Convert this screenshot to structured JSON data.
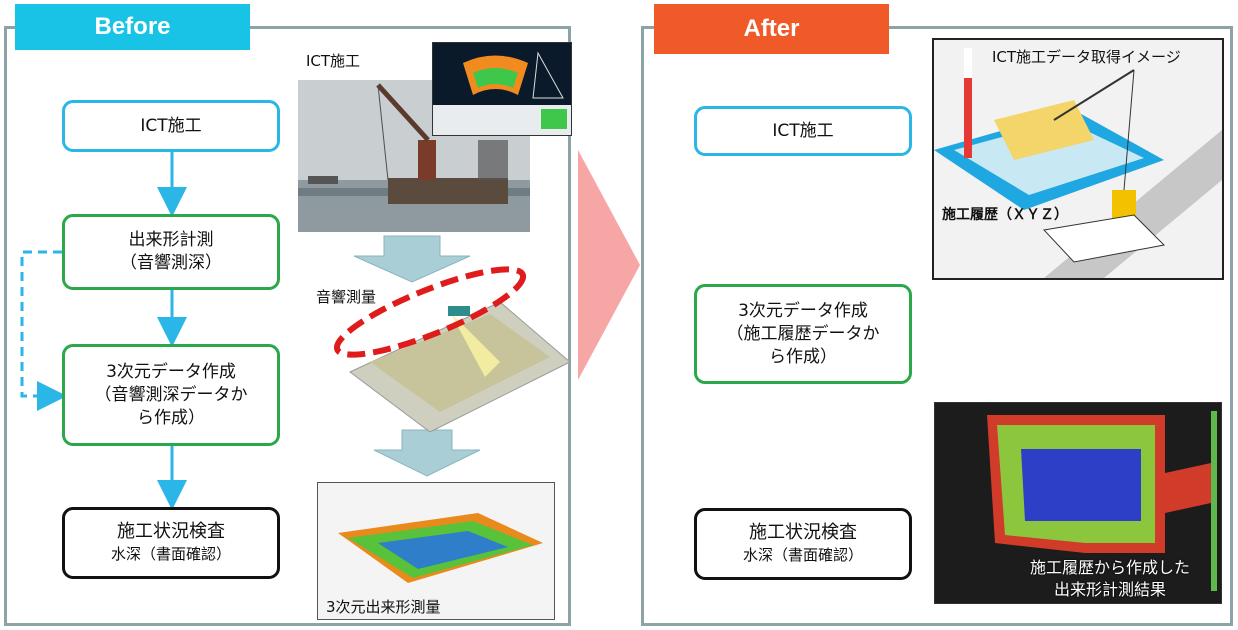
{
  "before": {
    "tag": "Before",
    "flow": {
      "ict": "ICT施工",
      "measure_line1": "出来形計測",
      "measure_line2": "（音響測深）",
      "data_line1": "3次元データ作成",
      "data_line2": "（音響測深データか",
      "data_line3": "ら作成）",
      "inspect_line1": "施工状況検査",
      "inspect_line2": "水深（書面確認）"
    },
    "images": {
      "crane_caption": "ICT施工",
      "sonar_caption": "音響測量",
      "survey_caption": "3次元出来形測量"
    }
  },
  "after": {
    "tag": "After",
    "flow": {
      "ict": "ICT施工",
      "data_line1": "3次元データ作成",
      "data_line2": "（施工履歴データか",
      "data_line3": "ら作成）",
      "inspect_line1": "施工状況検査",
      "inspect_line2": "水深（書面確認）"
    },
    "images": {
      "ict_caption": "ICT施工データ取得イメージ",
      "xyz_caption": "施工履歴（ＸＹＺ）",
      "result_line1": "施工履歴から作成した",
      "result_line2": "出来形計測結果"
    }
  },
  "colors": {
    "before_tag": "#19c3e6",
    "after_tag": "#f05a28",
    "arrow_blue": "#2bb6e8",
    "center_arrow": "#f7a6a6",
    "down_arrow": "#a9ced6"
  }
}
